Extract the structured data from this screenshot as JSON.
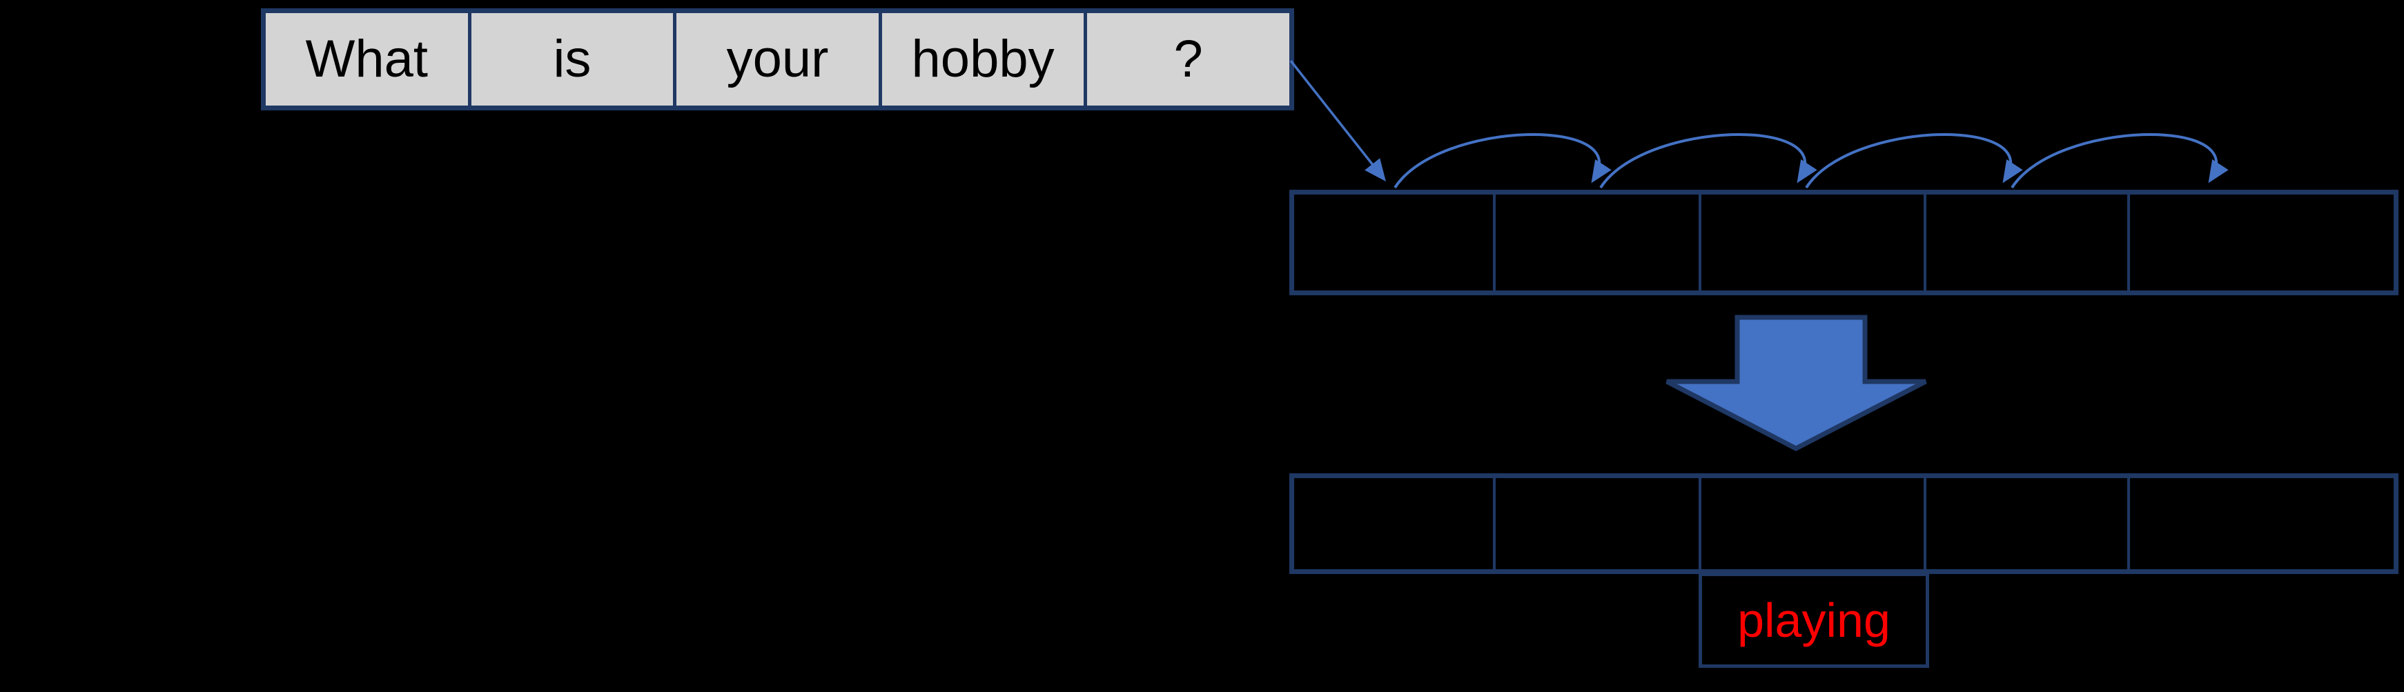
{
  "colors": {
    "background": "#000000",
    "cell_border": "#1f3864",
    "word_cell_fill": "#d4d4d4",
    "word_text": "#000000",
    "arrow_blue": "#4472c4",
    "block_arrow_fill": "#4472c4",
    "block_arrow_outline": "#1f3864",
    "answer_text": "#ff0000"
  },
  "sentence": {
    "words": [
      "What",
      "is",
      "your",
      "hobby",
      "?"
    ]
  },
  "upper_slot_row": {
    "slot_count": 5
  },
  "lower_slot_row": {
    "slot_count": 5
  },
  "answer": {
    "label": "playing"
  },
  "arrows": {
    "hop_arc_count": 4,
    "block_arrow_direction": "down"
  }
}
